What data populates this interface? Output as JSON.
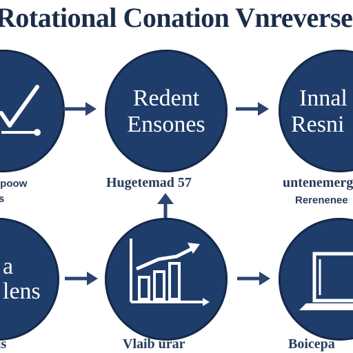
{
  "title": "Rotational Conation Vnreverse",
  "nodes": {
    "top_left": {
      "label_lines": [],
      "caption_lines": [
        "ipoow",
        "s"
      ]
    },
    "top_middle": {
      "label_lines": [
        "Redent",
        "Ensones"
      ],
      "caption": "Hugetemad 57"
    },
    "top_right": {
      "label_lines": [
        "Innal",
        "Resni"
      ],
      "caption_lines": [
        "untenemergy",
        "Rerenenee"
      ]
    },
    "bottom_left": {
      "label_lines": [
        "a",
        "lens"
      ],
      "caption": "is"
    },
    "bottom_middle": {
      "label_lines": [],
      "caption": "Vlaib urar"
    },
    "bottom_right": {
      "label_lines": [],
      "caption": "Boicepa"
    }
  },
  "icons": {
    "top_left": "trend-line-icon",
    "bottom_middle": "bar-chart-growth-icon",
    "bottom_right": "laptop-icon"
  },
  "colors": {
    "circle_fill": "#1f3d6b",
    "circle_stroke": "#15294a",
    "arrow": "#2c4470",
    "text_dark": "#1c2d4a",
    "white": "#ffffff"
  }
}
